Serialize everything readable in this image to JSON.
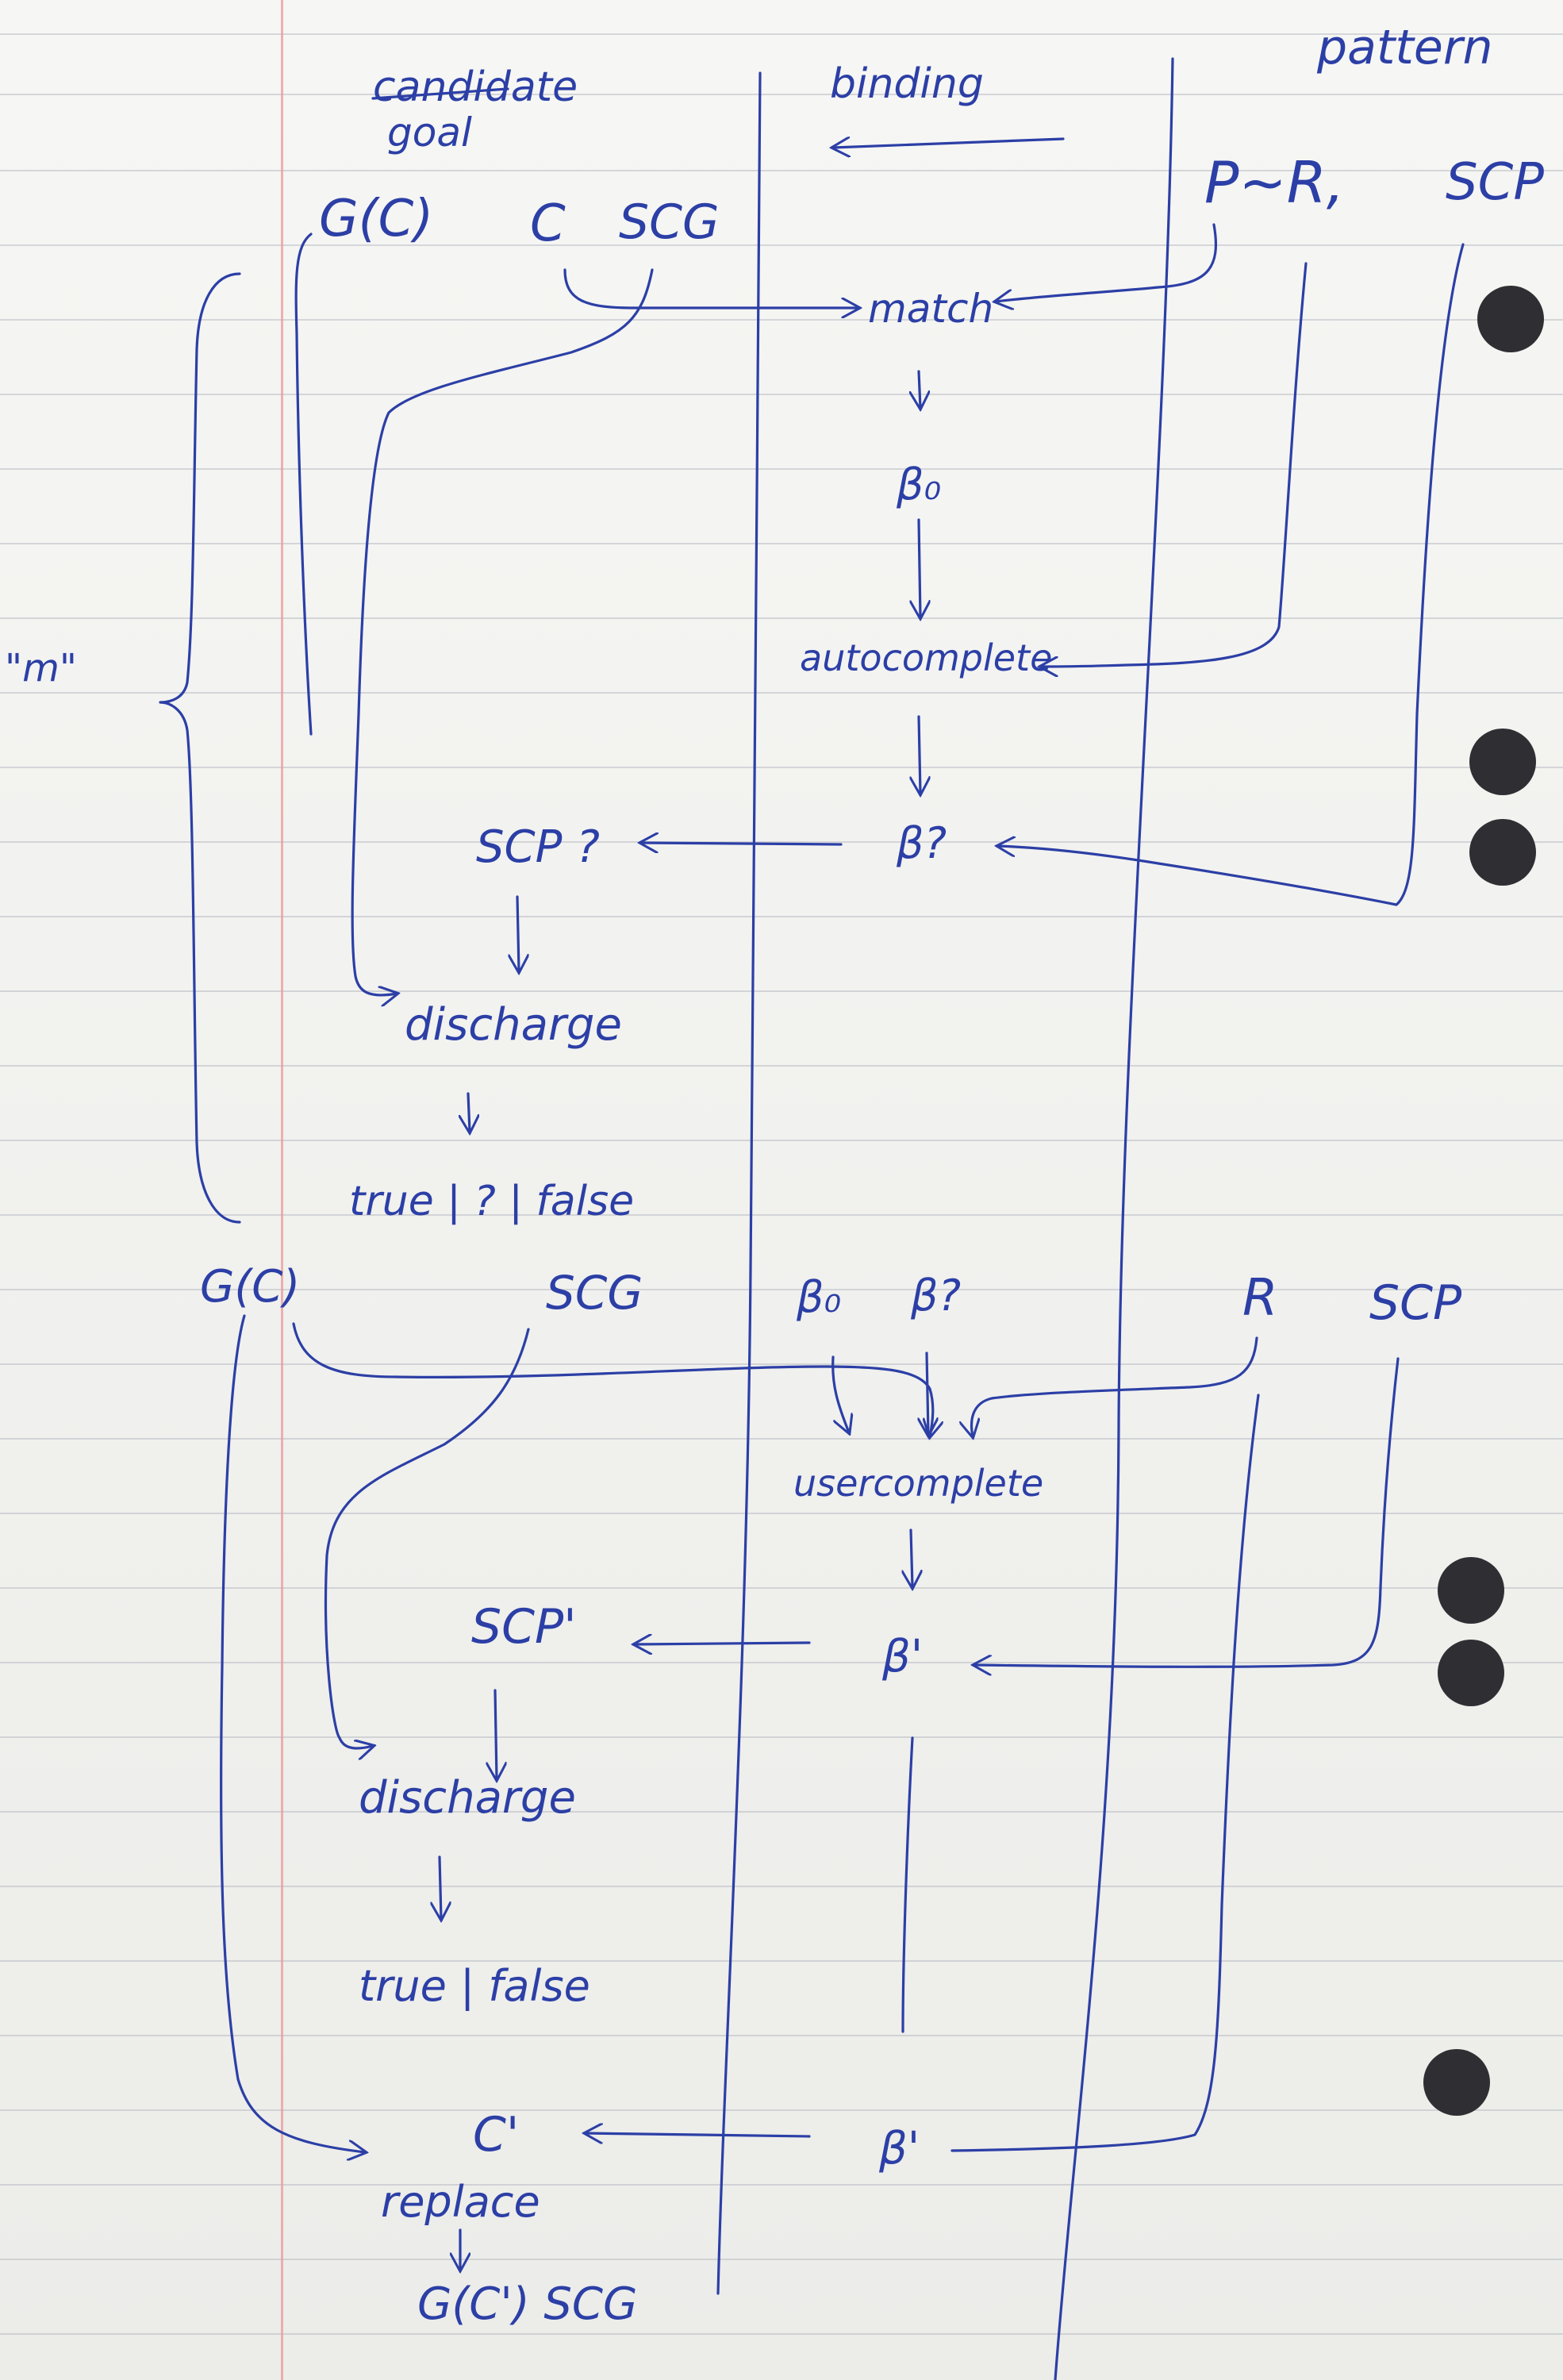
{
  "header": {
    "col_goal_struck": "candidate",
    "col_goal": "goal",
    "col_binding": "binding",
    "col_pattern": "pattern",
    "left_brace_label": "\"m\""
  },
  "top": {
    "goal": "G(C)",
    "c": "C",
    "scg": "SCG",
    "pattern": "P~R,",
    "scp": "SCP",
    "match": "match",
    "beta0": "β₀",
    "autocomplete": "autocomplete",
    "beta_q": "β?",
    "scp_q": "SCP ?",
    "discharge": "discharge",
    "result": "true | ? | false"
  },
  "bottom": {
    "goal": "G(C)",
    "scg": "SCG",
    "beta0": "β₀",
    "beta_q": "β?",
    "r": "R",
    "scp": "SCP",
    "usercomplete": "usercomplete",
    "scp_prime": "SCP'",
    "beta_prime": "β'",
    "discharge": "discharge",
    "result": "true | false",
    "c_prime": "C'",
    "beta_prime2": "β'",
    "replace": "replace",
    "final": "G(C')  SCG"
  }
}
